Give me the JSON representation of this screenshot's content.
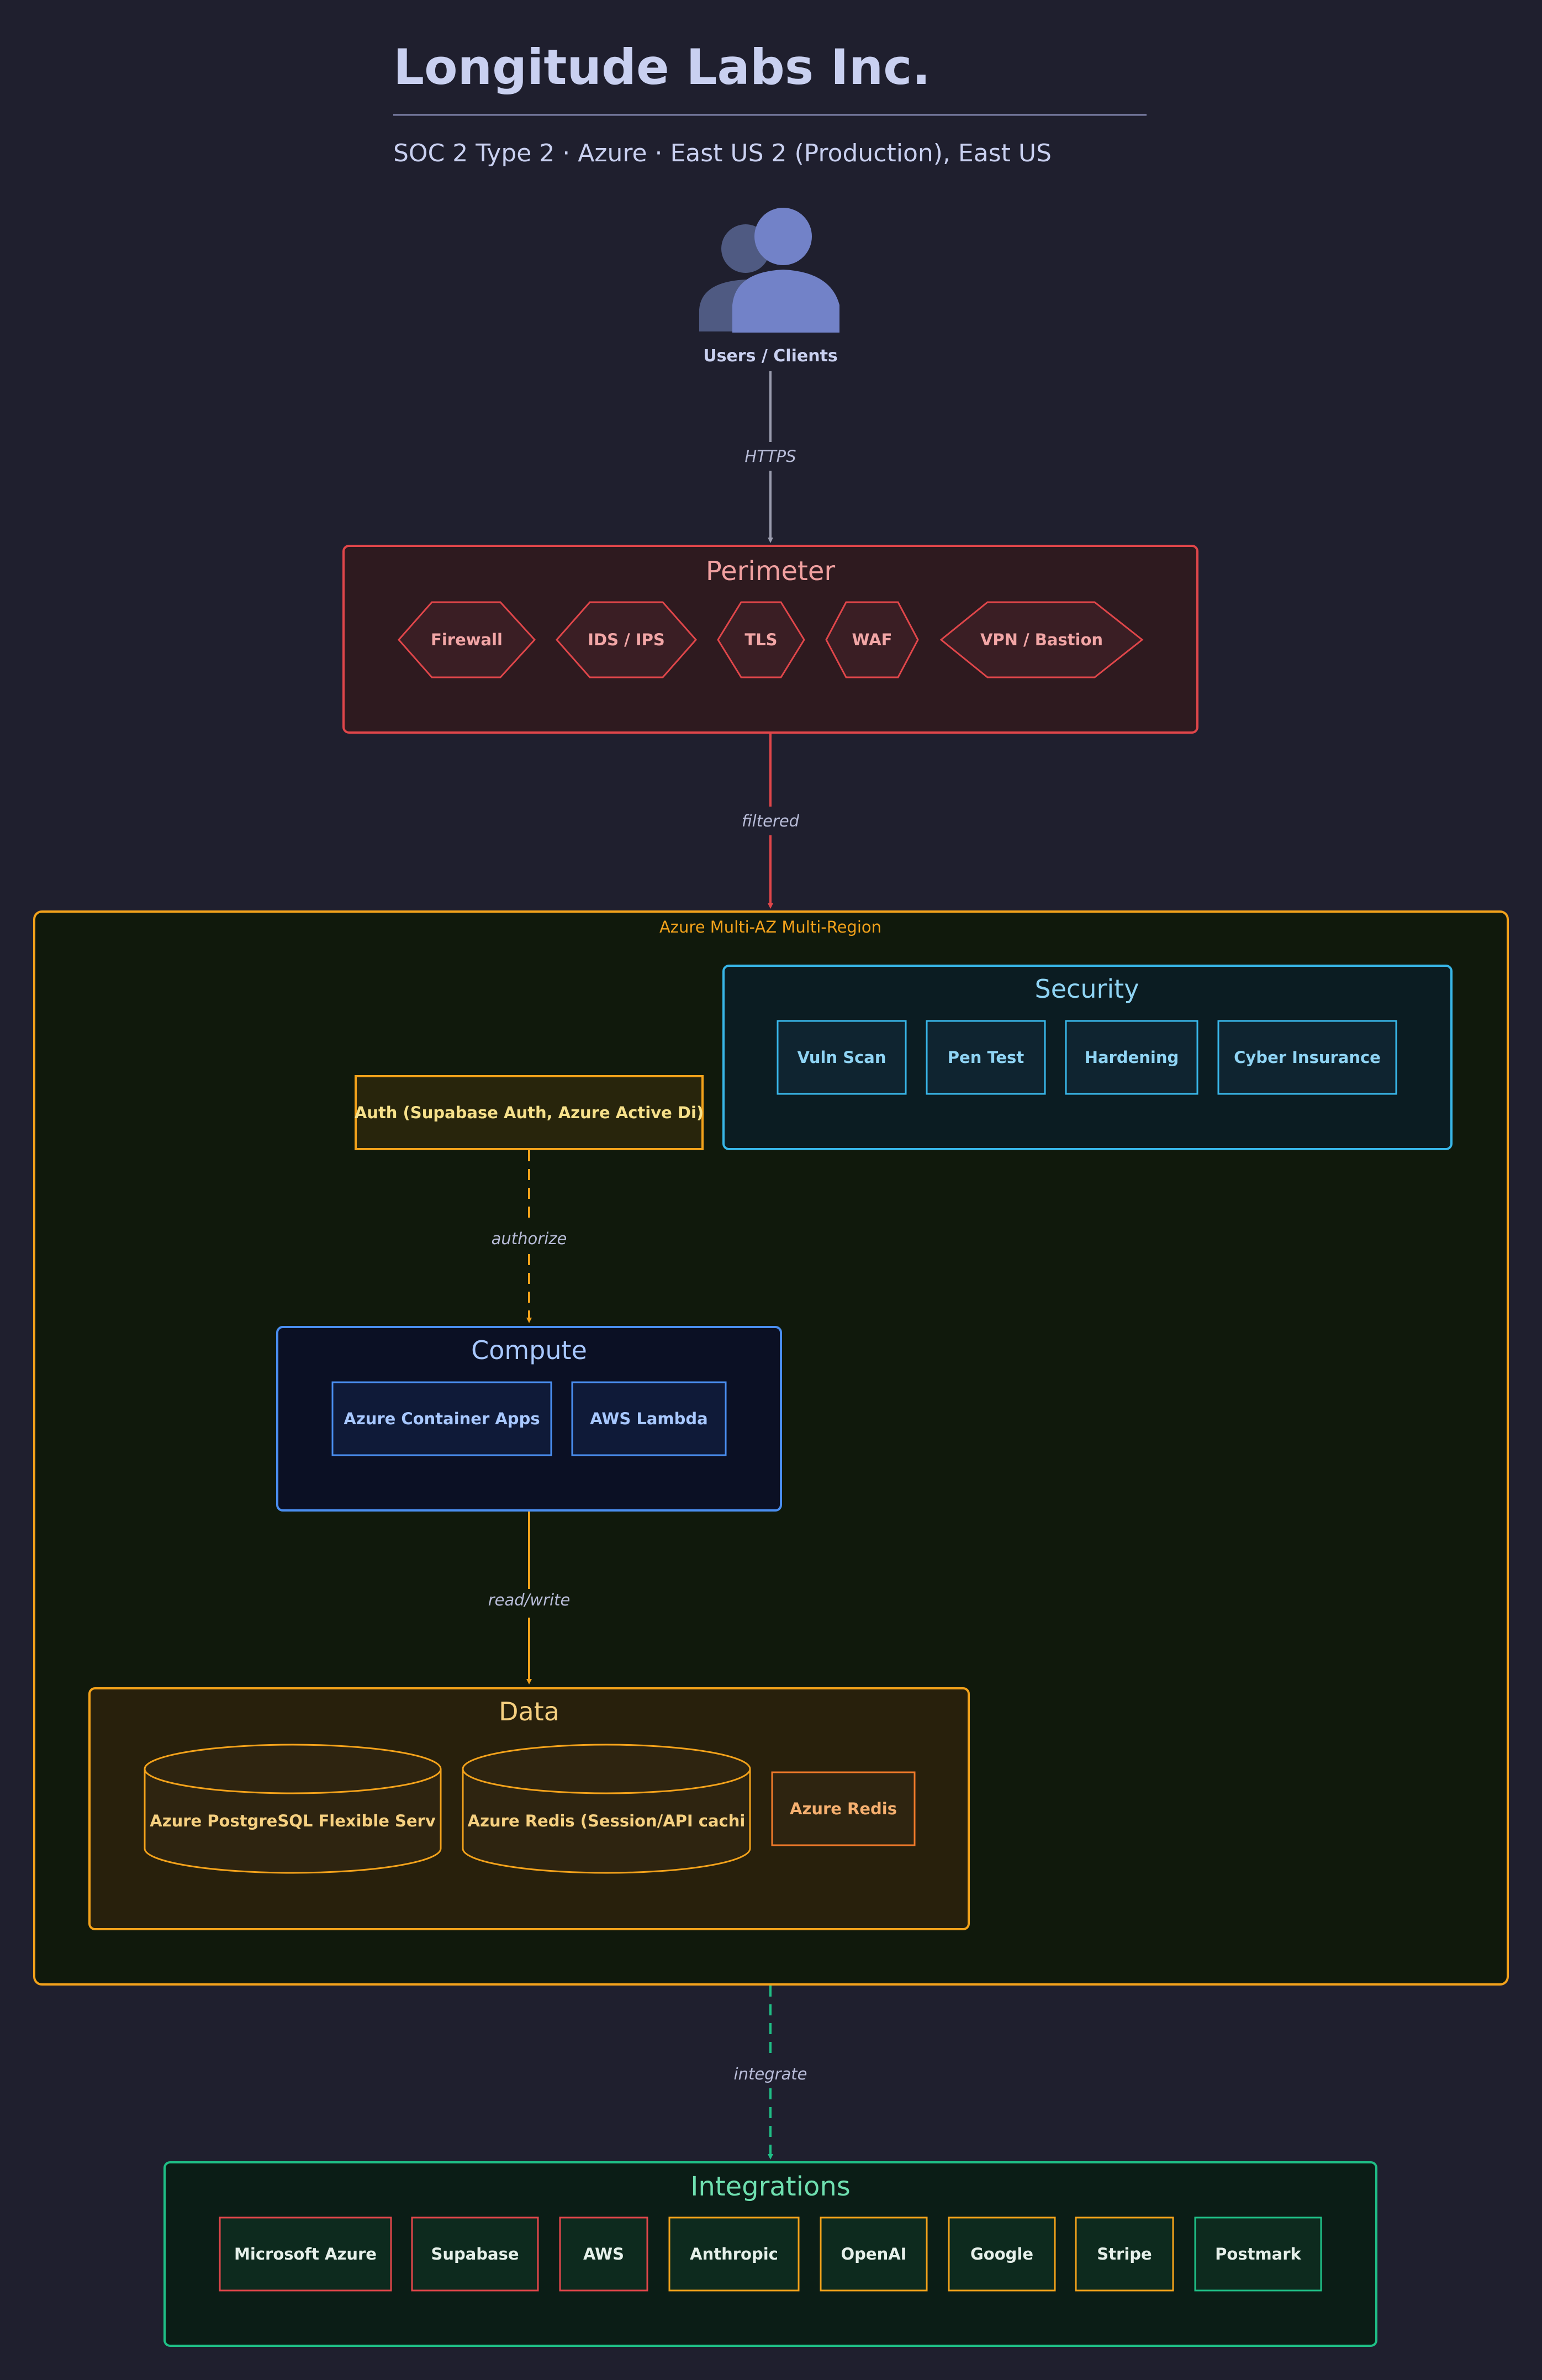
{
  "header": {
    "title": "Longitude Labs Inc.",
    "subtitle": "SOC 2 Type 2 · Azure · East US 2 (Production), East US"
  },
  "users": {
    "label": "Users / Clients"
  },
  "edges": {
    "https": "HTTPS",
    "filtered": "filtered",
    "authorize": "authorize",
    "readwrite": "read/write",
    "integrate": "integrate"
  },
  "perimeter": {
    "title": "Perimeter",
    "items": [
      "Firewall",
      "IDS / IPS",
      "TLS",
      "WAF",
      "VPN / Bastion"
    ]
  },
  "cloud": {
    "label": "Azure Multi-AZ Multi-Region"
  },
  "security": {
    "title": "Security",
    "items": [
      "Vuln Scan",
      "Pen Test",
      "Hardening",
      "Cyber Insurance"
    ]
  },
  "auth": {
    "label": "Auth (Supabase Auth, Azure Active Di)"
  },
  "compute": {
    "title": "Compute",
    "items": [
      "Azure Container Apps",
      "AWS Lambda"
    ]
  },
  "data": {
    "title": "Data",
    "items": [
      "Azure PostgreSQL Flexible Serv",
      "Azure Redis (Session/API cachi",
      "Azure Redis"
    ]
  },
  "integrations": {
    "title": "Integrations",
    "items": [
      "Microsoft Azure",
      "Supabase",
      "AWS",
      "Anthropic",
      "OpenAI",
      "Google",
      "Stripe",
      "Postmark"
    ]
  },
  "colors": {
    "background": "#1f1f2e",
    "perimeter": "#e0464a",
    "cloud": "#f3a21b",
    "security": "#38b6e8",
    "compute": "#4a8ef0",
    "data": "#f3a21b",
    "integrations": "#1fbf86",
    "title_text": "#c9d0f0",
    "edge_label": "#b8bcd8"
  }
}
